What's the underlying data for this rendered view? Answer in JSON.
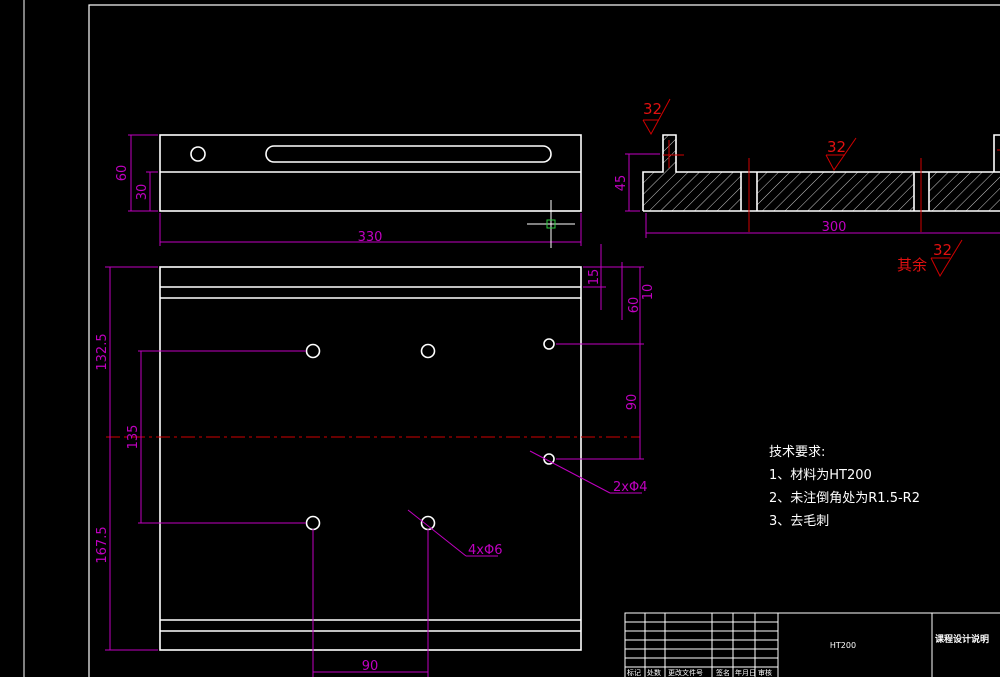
{
  "top_view": {
    "dims": {
      "height_total": "60",
      "height_part": "30",
      "length": "330"
    }
  },
  "section_view": {
    "dims": {
      "height": "45",
      "length": "300"
    },
    "roughness": {
      "left": "32",
      "mid": "32"
    }
  },
  "general_roughness": {
    "label": "其余",
    "value": "32"
  },
  "plan_view": {
    "dims": {
      "upper_left": "132.5",
      "center": "135",
      "lower_left": "167.5",
      "r15": "15",
      "r10": "10",
      "r60": "60",
      "r90": "90",
      "bottom": "90"
    },
    "callouts": {
      "holes_small": "2xΦ4",
      "holes_large": "4xΦ6"
    }
  },
  "tech_requirements": {
    "title": "技术要求:",
    "items": [
      "1、材料为HT200",
      "2、未注倒角处为R1.5-R2",
      "3、去毛刺"
    ]
  },
  "title_block": {
    "material": "HT200",
    "drawing_title": "课程设计说明",
    "bottom_labels": [
      "标记",
      "处数",
      "更改文件号",
      "签名",
      "年月日",
      "审核"
    ]
  }
}
